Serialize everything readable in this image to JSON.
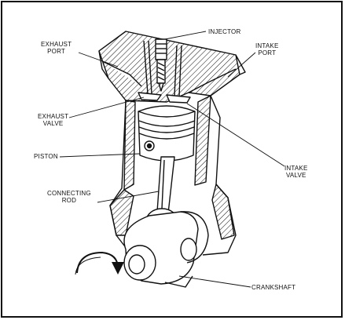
{
  "labels": {
    "injector": "INJECTOR",
    "exhaust_port": [
      "EXHAUST",
      "PORT"
    ],
    "intake_port": [
      "INTAKE",
      "PORT"
    ],
    "exhaust_valve": [
      "EXHAUST",
      "VALVE"
    ],
    "piston": "PISTON",
    "intake_valve": [
      "INTAKE",
      "VALVE"
    ],
    "connecting_rod": [
      "CONNECTING",
      "ROD"
    ],
    "crankshaft": "CRANKSHAFT"
  },
  "colors": {
    "ink": "#111111",
    "background": "#ffffff",
    "hatch": "#111111"
  },
  "icons": {
    "rotation": "curved-arrow-icon"
  }
}
